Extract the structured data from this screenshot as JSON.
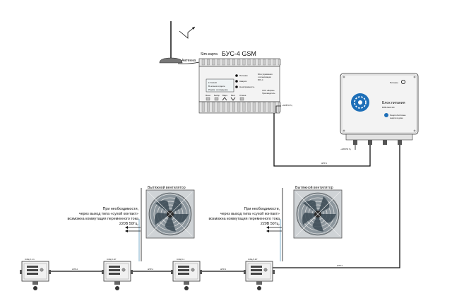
{
  "title": "БУС-4 GSM",
  "antenna_label": "Антенна",
  "sim_label": "Sim-карта",
  "bus": {
    "lcd_lines": [
      "17:10:23",
      "В ночном отделе",
      "Режим: охлаждение"
    ],
    "indicators": [
      "Питание",
      "Авария",
      "Неисправность"
    ],
    "desc": [
      "Блок управления",
      "и сигнализации",
      "БУС-4"
    ],
    "buttons": [
      "Меню",
      "Выбор",
      "Вверх",
      "Вниз",
      "Отмена"
    ],
    "maker": [
      "ООО «Фирма»",
      "Производитель"
    ],
    "power_label": "~220В 50 Гц"
  },
  "psu": {
    "title": "Блок питания",
    "model": "БПВ-9м4-ЭС",
    "power_indicator": "Питание",
    "brand": "ЭнергоСистемы",
    "brand_sub": "энергия в доме",
    "power_label": "~220В 50 Гц"
  },
  "cables": {
    "link": "ШТР-1",
    "bus": "ШТР-4"
  },
  "fan_label": "Вытяжной вентилятор",
  "note_lines": [
    "При необходимости,",
    "через выход типа «сухой контакт»",
    "возможна коммутация переменного тока",
    "220В 50Гц."
  ],
  "sensors": [
    {
      "label": "СЗЦ-5.1.1"
    },
    {
      "label": "СЗЦ-5.1Р"
    },
    {
      "label": "СЗЦ-5.1"
    },
    {
      "label": "СЗЦ-5.1Р"
    }
  ],
  "colors": {
    "line": "#111111",
    "device": "#f2f2f2",
    "lcd": "#eef3f4",
    "logo_blue": "#1e6fb8",
    "fan_frame": "#cfd3d6",
    "fan_blades": "#3b4a55"
  }
}
